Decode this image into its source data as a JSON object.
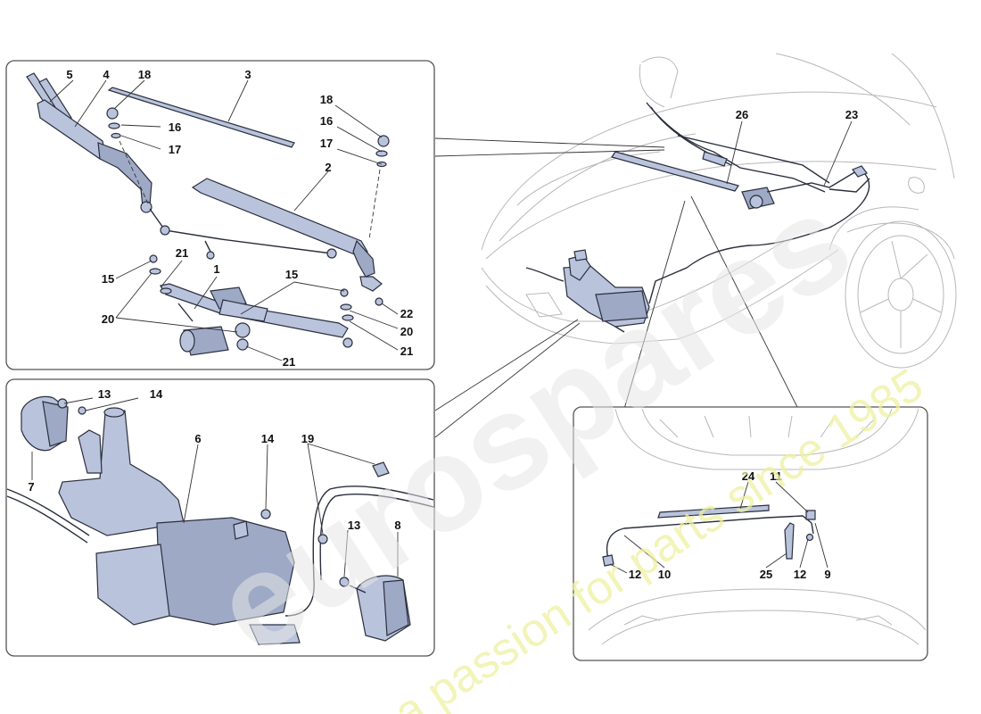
{
  "watermark": {
    "brand": "eurospares",
    "tagline": "a passion for parts since 1985"
  },
  "callouts": {
    "top_left": [
      "5",
      "4",
      "18",
      "3",
      "16",
      "17",
      "2",
      "18",
      "16",
      "17",
      "21",
      "15",
      "1",
      "15",
      "20",
      "22",
      "20",
      "21",
      "21"
    ],
    "bottom_left": [
      "13",
      "14",
      "7",
      "6",
      "14",
      "19",
      "13",
      "8"
    ],
    "car": [
      "26",
      "23"
    ],
    "inset_right": [
      "24",
      "11",
      "12",
      "10",
      "25",
      "12",
      "9"
    ]
  },
  "colors": {
    "part_fill": "#b9c3dc",
    "part_stroke": "#2a2f3d",
    "panel_stroke": "#555555",
    "car_outline": "#b8b8b8",
    "watermark_tagline": "#eef0a0"
  }
}
